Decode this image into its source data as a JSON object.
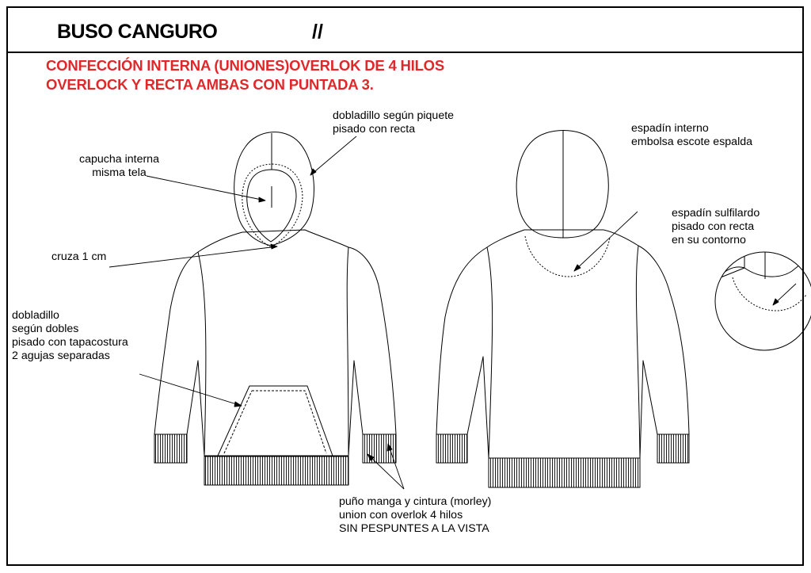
{
  "header": {
    "title": "BUSO CANGURO",
    "separator": "//"
  },
  "spec": {
    "line1": "CONFECCIÓN INTERNA (UNIONES)OVERLOK DE 4 HILOS",
    "line2": "OVERLOCK Y RECTA AMBAS CON PUNTADA 3."
  },
  "notes": {
    "hem_hood": [
      "dobladillo según piquete",
      "pisado con recta"
    ],
    "hood_lining": [
      "capucha interna",
      "misma tela"
    ],
    "cross": [
      "cruza 1 cm"
    ],
    "pocket_hem": [
      "dobladillo",
      "según dobles",
      "pisado con tapacostura",
      "2 agujas separadas"
    ],
    "rib": [
      "puño manga y cintura (morley)",
      "union con overlok 4 hilos",
      "SIN PESPUNTES A LA VISTA"
    ],
    "inner_facing": [
      "espadín interno",
      "embolsa escote espalda"
    ],
    "facing_stitch": [
      "espadín sulfilardo",
      "pisado con recta",
      " en su contorno"
    ]
  },
  "colors": {
    "accent": "#e0282a",
    "line": "#000000"
  }
}
